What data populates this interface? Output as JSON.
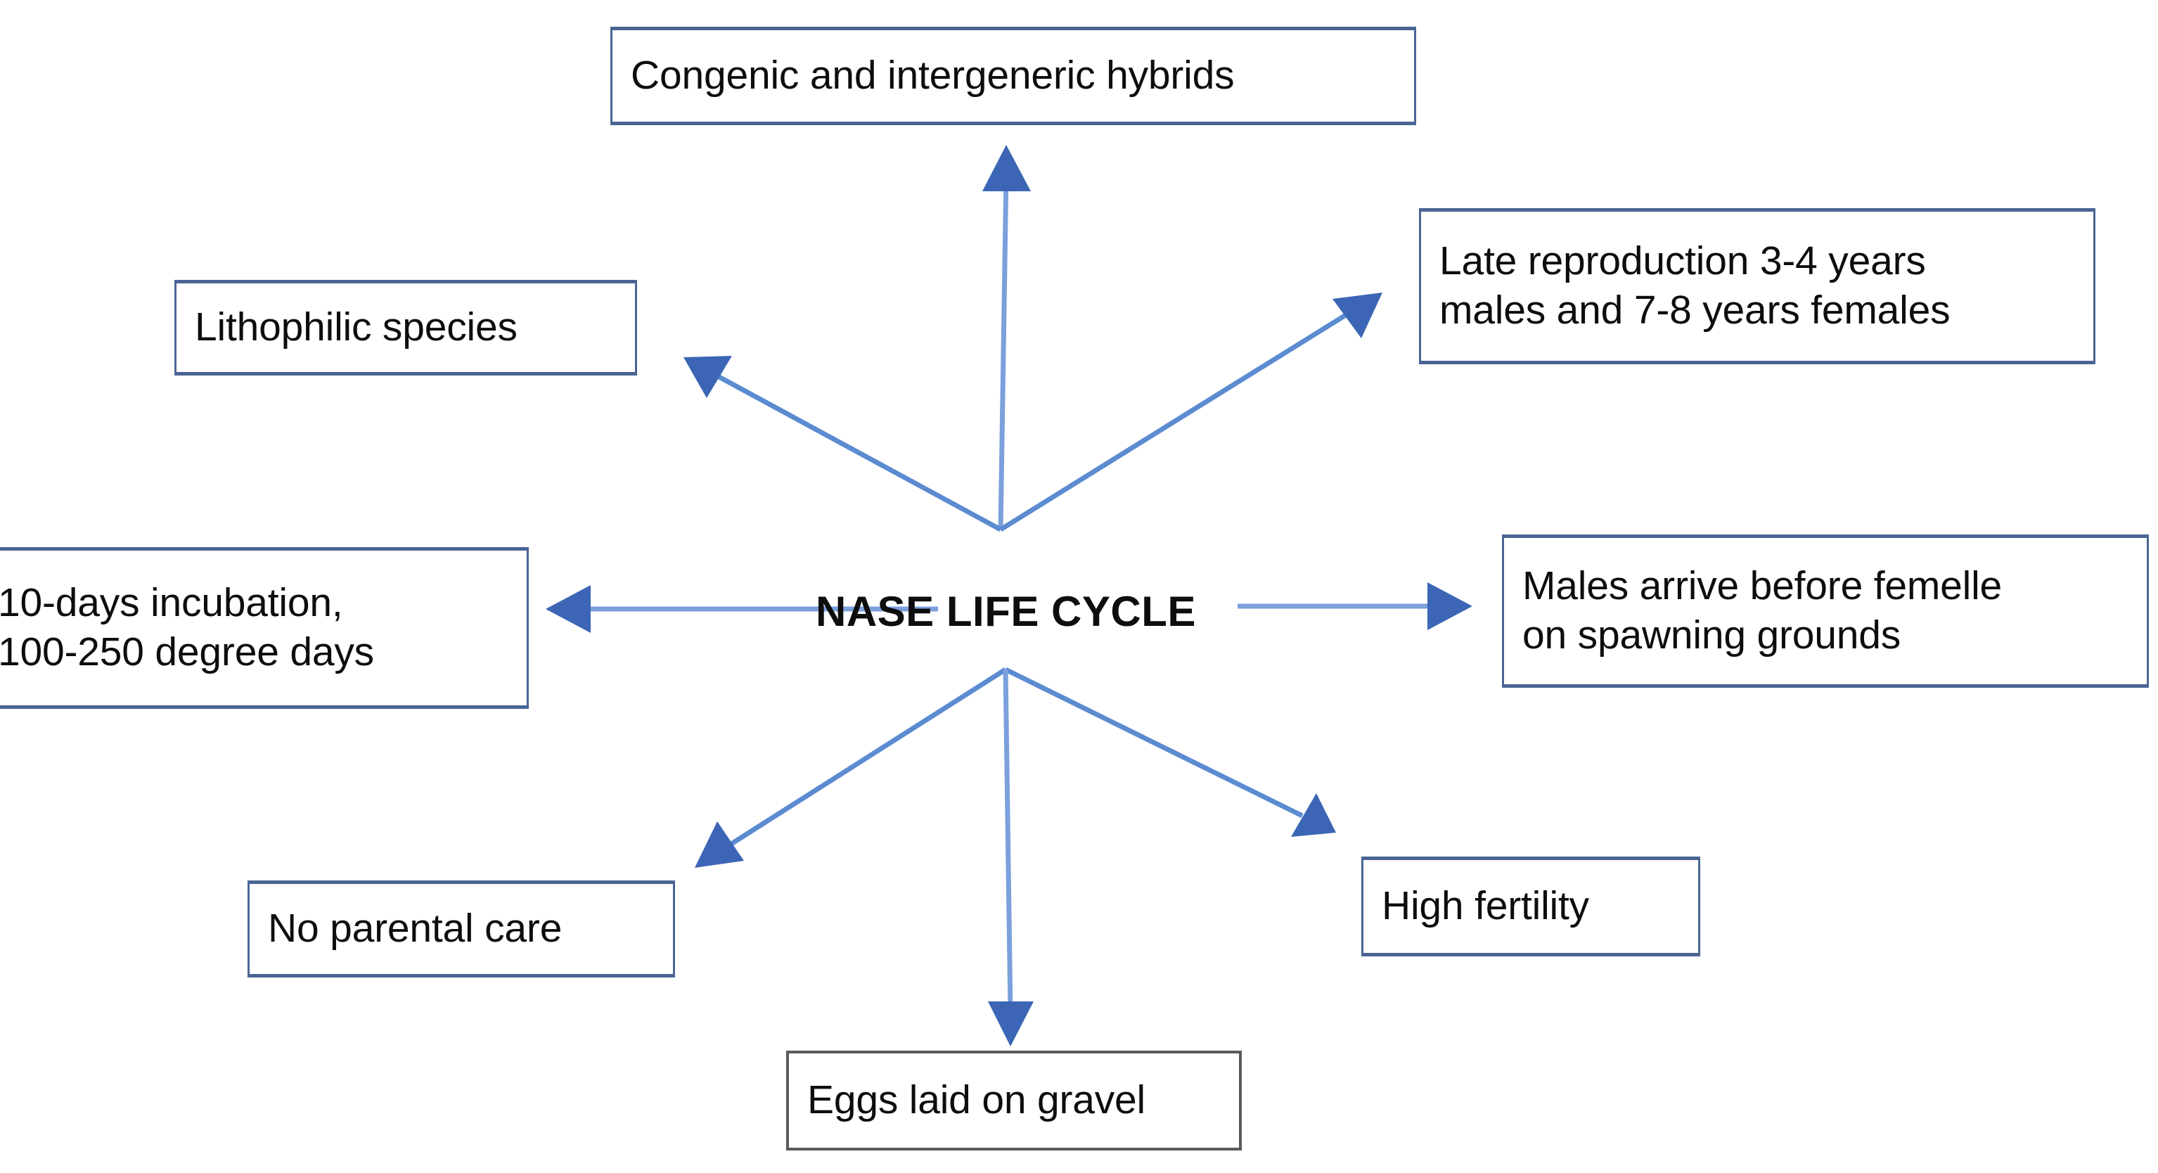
{
  "diagram": {
    "type": "hub-and-spoke",
    "title": "NASE LIFE CYCLE",
    "center": {
      "label": "NASE LIFE CYCLE",
      "bold": true
    },
    "colors": {
      "arrow_line": "#7BA0DC",
      "arrow_head": "#3C66B5",
      "box_border_blue": "#4A6594",
      "box_border_grey": "#5A5A5A",
      "box_fill": "#FFFFFF",
      "text": "#0D0D0D",
      "background": "#FFFFFF"
    },
    "nodes": [
      {
        "id": "hybrids",
        "label": "Congenic and intergeneric hybrids",
        "direction": "up",
        "border": "blue",
        "lines": 1
      },
      {
        "id": "latereprod",
        "label": "Late reproduction 3-4 years\nmales and 7-8 years females",
        "direction": "up-right",
        "border": "blue",
        "lines": 2
      },
      {
        "id": "lithophilic",
        "label": "Lithophilic species",
        "direction": "up-left",
        "border": "blue",
        "lines": 1
      },
      {
        "id": "incubation",
        "label": "10-days incubation,\n100-250 degree days",
        "direction": "left",
        "border": "blue",
        "lines": 2
      },
      {
        "id": "males",
        "label": "Males arrive before femelle\non spawning grounds",
        "direction": "right",
        "border": "blue",
        "lines": 2
      },
      {
        "id": "noparental",
        "label": "No parental care",
        "direction": "down-left",
        "border": "blue",
        "lines": 1
      },
      {
        "id": "highfertility",
        "label": "High fertility",
        "direction": "down-right",
        "border": "blue",
        "lines": 1
      },
      {
        "id": "eggs",
        "label": "Eggs laid on gravel",
        "direction": "down",
        "border": "grey",
        "lines": 1
      }
    ],
    "edges": [
      {
        "id": "edge-hybrids",
        "from": "NASE LIFE CYCLE",
        "to": "Congenic and intergeneric hybrids",
        "arrowhead": "at-target"
      },
      {
        "id": "edge-latereprod",
        "from": "NASE LIFE CYCLE",
        "to": "Late reproduction 3-4 years males and 7-8 years females",
        "arrowhead": "at-target"
      },
      {
        "id": "edge-lithophilic",
        "from": "NASE LIFE CYCLE",
        "to": "Lithophilic species",
        "arrowhead": "at-target"
      },
      {
        "id": "edge-incubation",
        "from": "NASE LIFE CYCLE",
        "to": "10-days incubation, 100-250 degree days",
        "arrowhead": "at-target"
      },
      {
        "id": "edge-males",
        "from": "NASE LIFE CYCLE",
        "to": "Males arrive before femelle on spawning grounds",
        "arrowhead": "at-target"
      },
      {
        "id": "edge-noparental",
        "from": "NASE LIFE CYCLE",
        "to": "No parental care",
        "arrowhead": "at-target"
      },
      {
        "id": "edge-highfertility",
        "from": "NASE LIFE CYCLE",
        "to": "High fertility",
        "arrowhead": "at-target"
      },
      {
        "id": "edge-eggs",
        "from": "NASE LIFE CYCLE",
        "to": "Eggs laid on gravel",
        "arrowhead": "at-target"
      }
    ]
  }
}
